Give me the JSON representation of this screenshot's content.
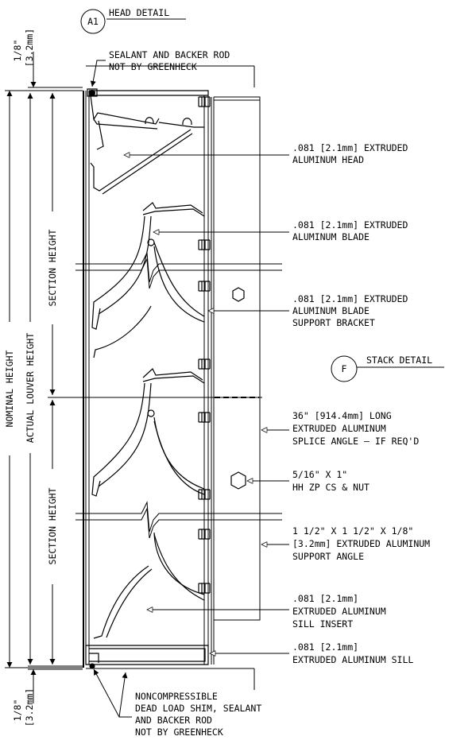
{
  "callouts": {
    "head": {
      "tag": "A1",
      "title": "HEAD DETAIL"
    },
    "stack": {
      "tag": "F",
      "title": "STACK DETAIL"
    }
  },
  "dimensions": {
    "top_gap": [
      "1/8\"",
      "[3.2mm]"
    ],
    "bottom_gap": [
      "1/8\"",
      "[3.2mm]"
    ],
    "nominal_height": "NOMINAL HEIGHT",
    "actual_louver_height": "ACTUAL LOUVER HEIGHT",
    "section_height": "SECTION HEIGHT"
  },
  "notes": {
    "sealant_top": [
      "SEALANT AND BACKER ROD",
      "NOT BY GREENHECK"
    ],
    "head": [
      ".081 [2.1mm] EXTRUDED",
      "ALUMINUM HEAD"
    ],
    "blade": [
      ".081 [2.1mm] EXTRUDED",
      "ALUMINUM BLADE"
    ],
    "bracket": [
      ".081 [2.1mm] EXTRUDED",
      "ALUMINUM BLADE",
      "SUPPORT BRACKET"
    ],
    "splice": [
      "36\" [914.4mm] LONG",
      "EXTRUDED ALUMINUM",
      "SPLICE ANGLE – IF REQ'D"
    ],
    "bolt": [
      "5/16\" X 1\"",
      "HH ZP CS & NUT"
    ],
    "angle": [
      "1 1/2\" X 1 1/2\" X 1/8\"",
      "[3.2mm] EXTRUDED ALUMINUM",
      "SUPPORT ANGLE"
    ],
    "sill_insert": [
      ".081 [2.1mm]",
      "EXTRUDED ALUMINUM",
      "SILL INSERT"
    ],
    "sill": [
      ".081 [2.1mm]",
      "EXTRUDED ALUMINUM SILL"
    ],
    "shim": [
      "NONCOMPRESSIBLE",
      "DEAD LOAD SHIM, SEALANT",
      "AND BACKER ROD",
      "NOT BY GREENHECK"
    ]
  }
}
